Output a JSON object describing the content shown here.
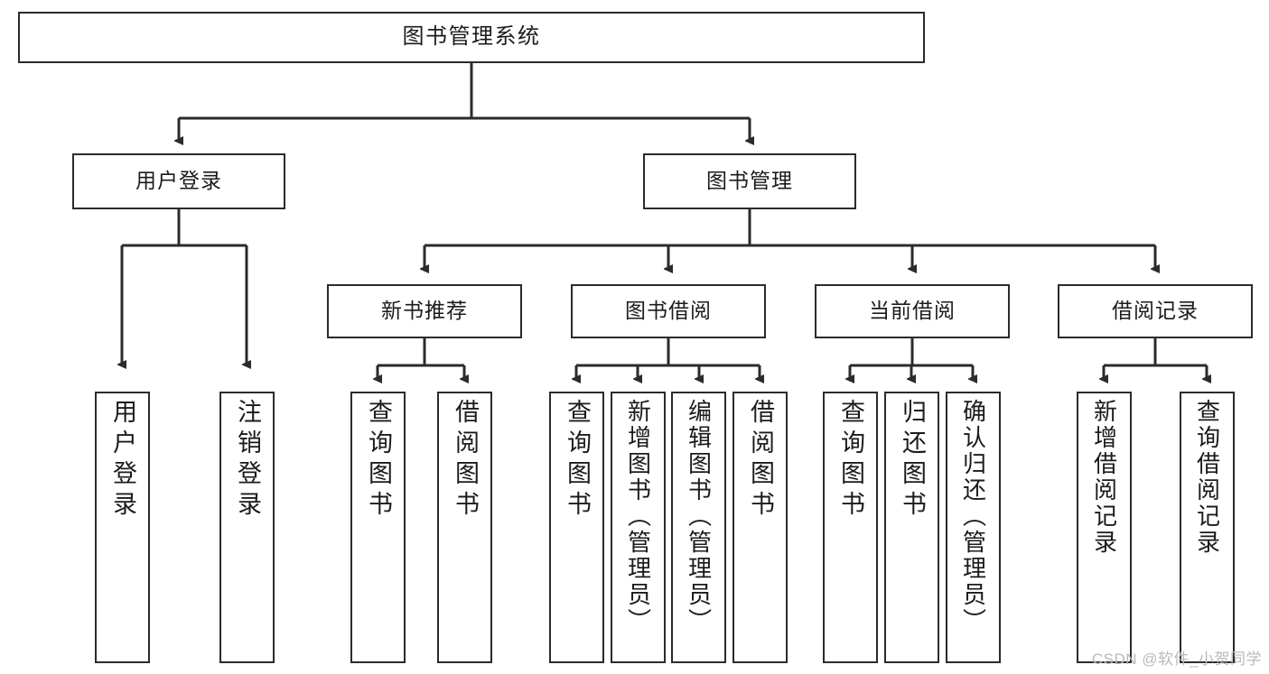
{
  "diagram": {
    "title": "图书管理系统",
    "type": "tree",
    "watermark": "CSDN @软件_小贺同学",
    "colors": {
      "border": "#2b2b2b",
      "text": "#1b1b1b",
      "edge": "#2b2b2b",
      "background": "#ffffff",
      "watermark": "#b9b9b9"
    },
    "nodes": {
      "root": {
        "label": "图书管理系统"
      },
      "level2": [
        {
          "id": "user-login",
          "label": "用户登录"
        },
        {
          "id": "book-manage",
          "label": "图书管理"
        }
      ],
      "level3": [
        {
          "id": "new-book-recommend",
          "label": "新书推荐"
        },
        {
          "id": "book-borrow",
          "label": "图书借阅"
        },
        {
          "id": "current-borrow",
          "label": "当前借阅"
        },
        {
          "id": "borrow-record",
          "label": "借阅记录"
        }
      ],
      "leaves": {
        "user-login": [
          {
            "id": "leaf-user-login",
            "label": "用户登录"
          },
          {
            "id": "leaf-logout",
            "label": "注销登录"
          }
        ],
        "new-book-recommend": [
          {
            "id": "leaf-query-book-1",
            "label": "查询图书"
          },
          {
            "id": "leaf-borrow-book-1",
            "label": "借阅图书"
          }
        ],
        "book-borrow": [
          {
            "id": "leaf-query-book-2",
            "label": "查询图书"
          },
          {
            "id": "leaf-add-book",
            "label": "新增图书（管理员）"
          },
          {
            "id": "leaf-edit-book",
            "label": "编辑图书（管理员）"
          },
          {
            "id": "leaf-borrow-book-2",
            "label": "借阅图书"
          }
        ],
        "current-borrow": [
          {
            "id": "leaf-query-book-3",
            "label": "查询图书"
          },
          {
            "id": "leaf-return-book",
            "label": "归还图书"
          },
          {
            "id": "leaf-confirm-return",
            "label": "确认归还（管理员）"
          }
        ],
        "borrow-record": [
          {
            "id": "leaf-add-record",
            "label": "新增借阅记录"
          },
          {
            "id": "leaf-query-record",
            "label": "查询借阅记录"
          }
        ]
      }
    }
  }
}
